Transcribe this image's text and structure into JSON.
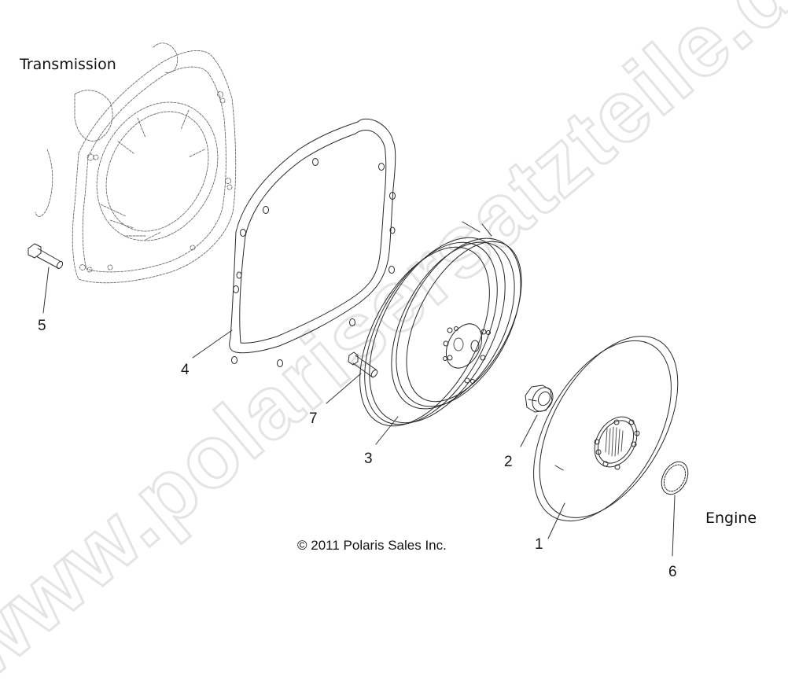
{
  "diagram": {
    "type": "exploded-parts-diagram",
    "section_labels": {
      "transmission": "Transmission",
      "engine": "Engine"
    },
    "callouts": [
      {
        "number": "1",
        "part": "large-flywheel-disc-with-splined-hub"
      },
      {
        "number": "2",
        "part": "hex-nut"
      },
      {
        "number": "3",
        "part": "flywheel-drum"
      },
      {
        "number": "4",
        "part": "cover-gasket"
      },
      {
        "number": "5",
        "part": "flange-bolt"
      },
      {
        "number": "6",
        "part": "snap-ring"
      },
      {
        "number": "7",
        "part": "dowel-pin"
      }
    ],
    "copyright": "© 2011 Polaris Sales Inc.",
    "watermark": "www.polarisersatzteile.de",
    "colors": {
      "line": "#2a2a2a",
      "faint_line": "#8a8a8a",
      "watermark": "#e6e6e6",
      "background": "#ffffff"
    }
  }
}
